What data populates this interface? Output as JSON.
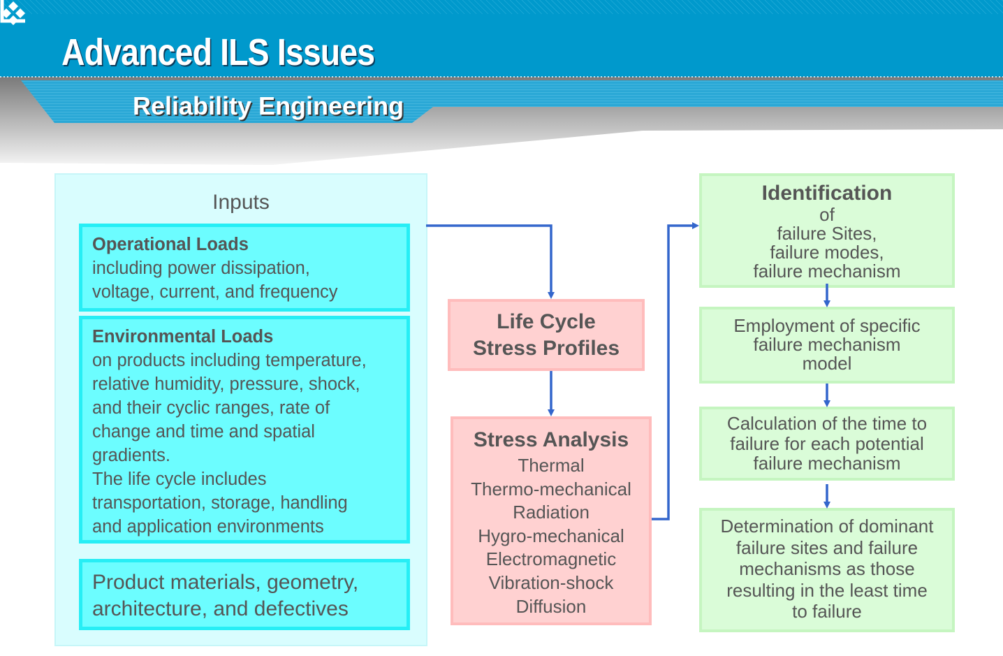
{
  "header": {
    "title": "Advanced ILS Issues",
    "subtitle": "Reliability Engineering",
    "title_icon": "diamond-cluster-icon",
    "subtitle_icon": "corner-bracket-icon"
  },
  "inputs": {
    "title": "Inputs",
    "operational": {
      "heading": "Operational Loads",
      "lines": [
        "including power dissipation,",
        "voltage, current, and frequency"
      ]
    },
    "environmental": {
      "heading": "Environmental Loads",
      "lines": [
        "on products including temperature,",
        "relative humidity, pressure, shock,",
        "and their cyclic ranges, rate of",
        "change and time and spatial",
        "gradients.",
        "The life cycle includes",
        "transportation, storage, handling",
        "and application environments"
      ]
    },
    "product": {
      "lines": [
        "Product materials, geometry,",
        "architecture, and defectives"
      ]
    }
  },
  "lifecycle": {
    "lines": [
      "Life Cycle",
      "Stress Profiles"
    ]
  },
  "stress": {
    "title": "Stress Analysis",
    "items": [
      "Thermal",
      "Thermo-mechanical",
      "Radiation",
      "Hygro-mechanical",
      "Electromagnetic",
      "Vibration-shock",
      "Diffusion"
    ]
  },
  "identification": {
    "title": "Identification",
    "lines": [
      "of",
      "failure Sites,",
      "failure modes,",
      "failure mechanism"
    ]
  },
  "employment": {
    "lines": [
      "Employment of specific",
      "failure mechanism",
      "model"
    ]
  },
  "calculation": {
    "lines": [
      "Calculation of the time to",
      "failure for each potential",
      "failure mechanism"
    ]
  },
  "determination": {
    "lines": [
      "Determination of dominant",
      "failure sites and failure",
      "mechanisms as those",
      "resulting in the least time",
      "to failure"
    ]
  },
  "colors": {
    "header_blue": "#0099cc",
    "arrow_blue": "#3366cc",
    "cyan_fill": "#6cfdff",
    "pink_fill": "#ffd1d1",
    "green_fill": "#dafcd8"
  }
}
